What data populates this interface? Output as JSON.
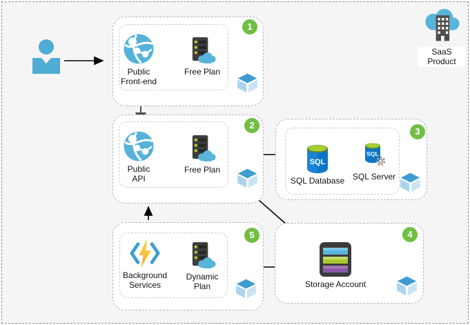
{
  "canvas": {
    "background": "#f5f5f5",
    "border_color": "#8d8d8d"
  },
  "actors": {
    "user": {
      "icon": "user-person-icon"
    },
    "saas": {
      "label": "SaaS Product",
      "icon": "cloud-building-icon"
    }
  },
  "groups": [
    {
      "badge": "1",
      "items": [
        {
          "label": "Public Front-end",
          "icon": "app-service-globe-icon"
        },
        {
          "label": "Free Plan",
          "icon": "app-service-plan-icon"
        }
      ]
    },
    {
      "badge": "2",
      "items": [
        {
          "label": "Public API",
          "icon": "app-service-globe-icon"
        },
        {
          "label": "Free Plan",
          "icon": "app-service-plan-icon"
        }
      ]
    },
    {
      "badge": "3",
      "items": [
        {
          "label": "SQL Database",
          "icon": "sql-database-icon"
        },
        {
          "label": "SQL Server",
          "icon": "sql-server-icon"
        }
      ]
    },
    {
      "badge": "4",
      "items": [
        {
          "label": "Storage Account",
          "icon": "storage-account-icon"
        }
      ]
    },
    {
      "badge": "5",
      "items": [
        {
          "label": "Background Services",
          "icon": "functions-lightning-icon"
        },
        {
          "label": "Dynamic Plan",
          "icon": "app-service-plan-icon"
        }
      ]
    }
  ],
  "connections": [
    {
      "from": "user",
      "to": "public-front-end"
    },
    {
      "from": "public-front-end",
      "to": "public-api"
    },
    {
      "from": "public-api-group",
      "to": "sql-group"
    },
    {
      "from": "public-api-group",
      "to": "storage-group"
    },
    {
      "from": "background-services-group",
      "to": "public-api-group"
    },
    {
      "from": "background-services-group",
      "to": "storage-group"
    }
  ],
  "colors": {
    "badge_green": "#70bf44",
    "azure_blue": "#59b4d9",
    "sql_blue": "#0b76c8",
    "lime_green": "#b8d432",
    "storage_purple": "#8a5aa5",
    "server_dark": "#3e3e3e",
    "cube_top_blue": "#3e9cd0"
  }
}
